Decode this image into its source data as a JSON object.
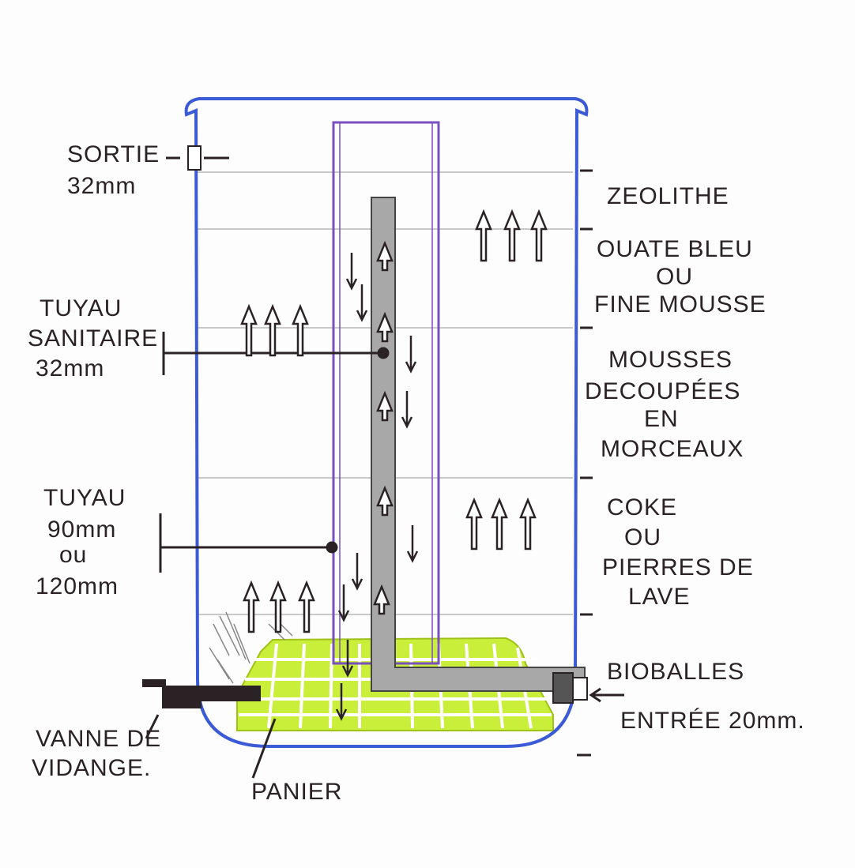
{
  "labels": {
    "sortie": [
      "SORTIE",
      "32mm"
    ],
    "zeolithe": "ZEOLITHE",
    "ouate": [
      "OUATE BLEU",
      "OU",
      "FINE MOUSSE"
    ],
    "tuyau_sanitaire": [
      "TUYAU",
      "SANITAIRE",
      "32mm"
    ],
    "mousses": [
      "MOUSSES",
      "DECOUPÉES",
      "EN",
      "MORCEAUX"
    ],
    "tuyau_90": [
      "TUYAU",
      "90mm",
      "ou",
      "120mm"
    ],
    "coke": [
      "COKE",
      "OU",
      "PIERRES DE",
      "LAVE"
    ],
    "bioballes": "BIOBALLES",
    "entree": "ENTRÉE 20mm.",
    "vanne": [
      "VANNE DE",
      "VIDANGE."
    ],
    "panier": "PANIER"
  },
  "colors": {
    "container": "#3b5bd6",
    "inner_tube": "#7a4fc0",
    "pipe": "#8a8a8a",
    "basket": "#c9ef3a",
    "ink": "#2a2224"
  }
}
